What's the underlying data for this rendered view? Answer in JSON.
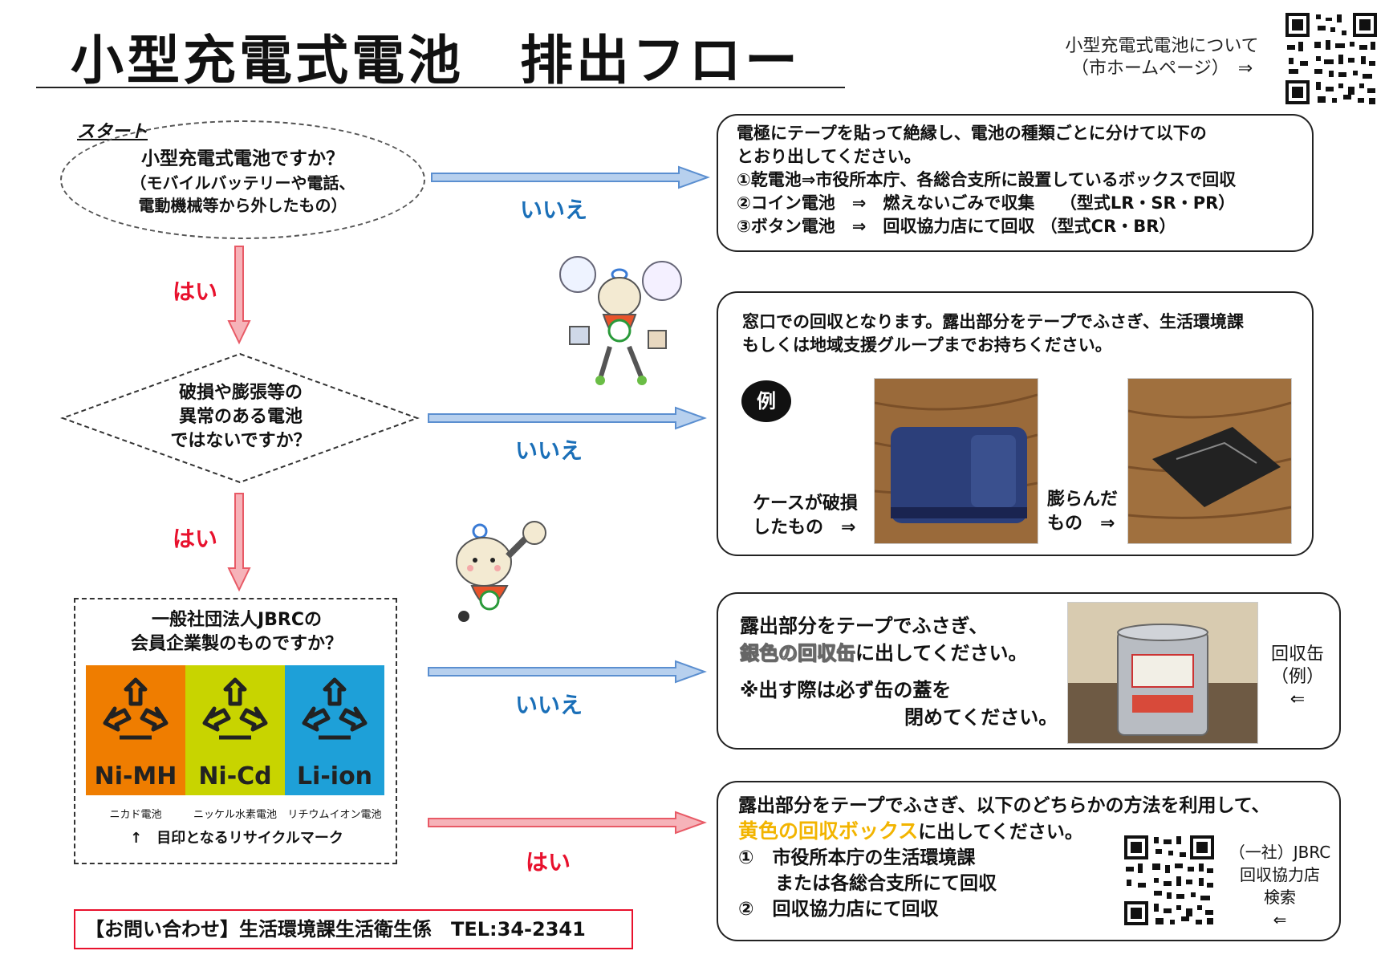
{
  "header": {
    "title": "小型充電式電池　排出フロー",
    "hp_line1": "小型充電式電池について",
    "hp_line2": "（市ホームページ）　⇒"
  },
  "flow": {
    "start_label": "スタート",
    "q1_line1": "小型充電式電池ですか？",
    "q1_line2": "（モバイルバッテリーや電話、",
    "q1_line3": "電動機械等から外したもの）",
    "q2_line1": "破損や膨張等の",
    "q2_line2": "異常のある電池",
    "q2_line3": "ではないですか？",
    "q3_line1": "一般社団法人JBRCの",
    "q3_line2": "会員企業製のものですか？",
    "yes_label": "はい",
    "no_label": "いいえ",
    "marks": [
      {
        "text": "Ni-MH",
        "label": "ニカド電池",
        "color": "#ef7d00"
      },
      {
        "text": "Ni-Cd",
        "label": "ニッケル水素電池",
        "color": "#c8d400"
      },
      {
        "text": "Li-ion",
        "label": "リチウムイオン電池",
        "color": "#1ea0d8"
      }
    ],
    "mark_note": "↑　目印となるリサイクルマーク"
  },
  "box1": {
    "line1": "電極にテープを貼って絶縁し、電池の種類ごとに分けて以下の",
    "line2": "とおり出してください。",
    "line3": "①乾電池⇒市役所本庁、各総合支所に設置しているボックスで回収",
    "line4": "②コイン電池　⇒　燃えないごみで収集　　（型式LR・SR・PR）",
    "line5": "③ボタン電池　⇒　回収協力店にて回収 （型式CR・BR）"
  },
  "box2": {
    "line1": "窓口での回収となります。露出部分をテープでふさぎ、生活環境課",
    "line2": "もしくは地域支援グループまでお持ちください。",
    "example_badge": "例",
    "cap1_line1": "ケースが破損",
    "cap1_line2": "したもの　⇒",
    "cap2_line1": "膨らんだ",
    "cap2_line2": "もの　⇒"
  },
  "box3": {
    "line1": "露出部分をテープでふさぎ、",
    "highlight": "銀色の回収缶",
    "line2_rest": "に出してください。",
    "line3": "※出す際は必ず缶の蓋を",
    "line4": "閉めてください。",
    "side_line1": "回収缶",
    "side_line2": "（例）",
    "side_line3": "⇐"
  },
  "box4": {
    "line1": "露出部分をテープでふさぎ、以下のどちらかの方法を利用して、",
    "highlight": "黄色の回収ボックス",
    "line2_rest": "に出してください。",
    "line3": "①　市役所本庁の生活環境課",
    "line4": "　　または各総合支所にて回収",
    "line5": "②　回収協力店にて回収",
    "side_line1": "（一社）JBRC",
    "side_line2": "回収協力店",
    "side_line3": "検索",
    "side_line4": "⇐"
  },
  "contact": {
    "text": "【お問い合わせ】生活環境課生活衛生係　TEL:34-2341"
  },
  "colors": {
    "yes": "#e8112d",
    "no": "#1a6fb8",
    "silver_highlight": "#9a9a9a",
    "yellow_highlight": "#f2b400"
  }
}
